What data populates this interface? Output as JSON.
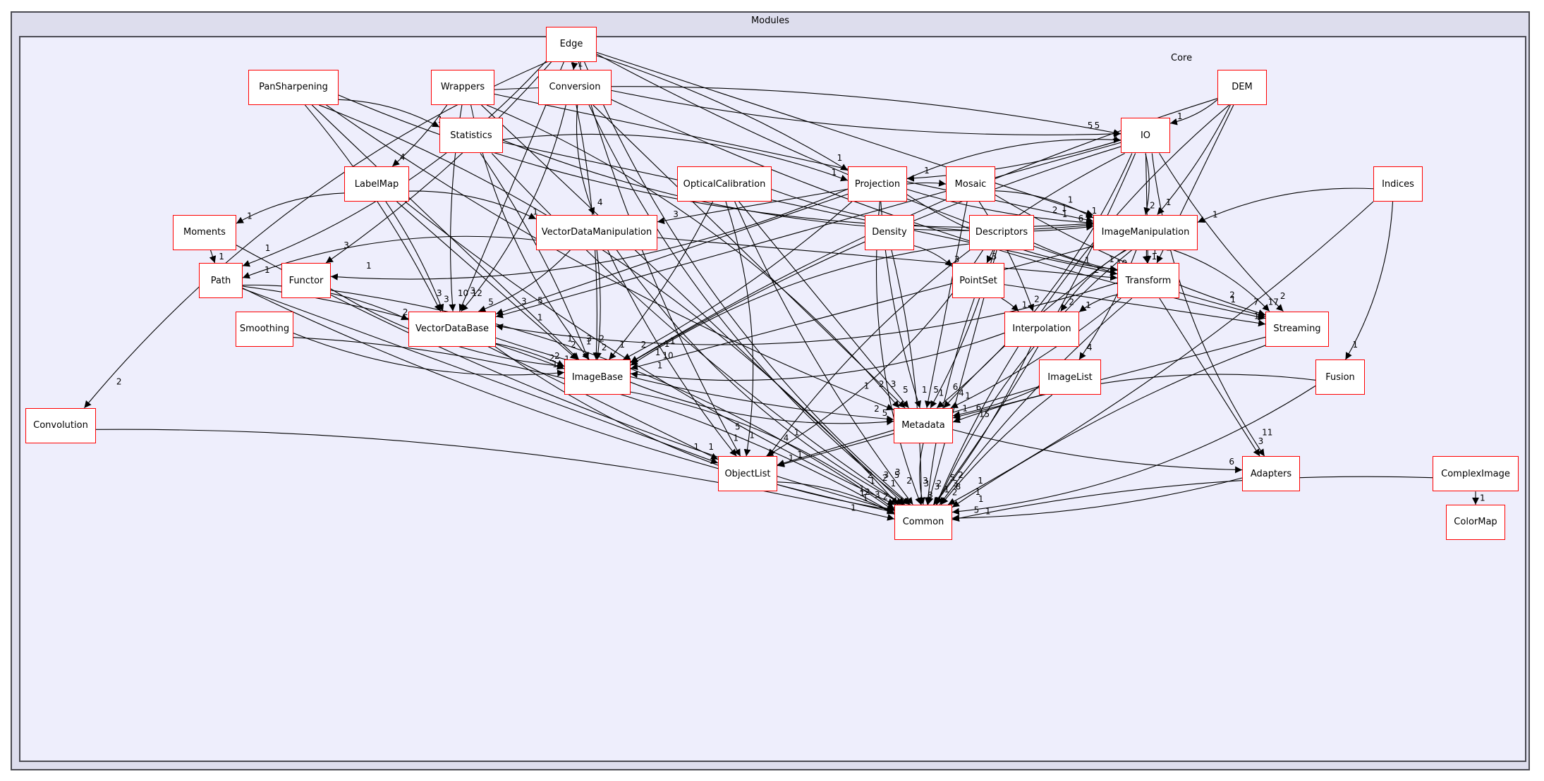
{
  "diagram": {
    "type": "directory-dependency-graph",
    "outer_cluster": "Modules",
    "inner_cluster": "Core",
    "colors": {
      "node_border": "#ff0000",
      "node_fill": "#ffffff",
      "cluster_outer_fill": "#dddded",
      "cluster_inner_fill": "#eeeefc",
      "edge": "#000000"
    },
    "nodes": [
      {
        "id": "Edge",
        "label": "Edge"
      },
      {
        "id": "Conversion",
        "label": "Conversion"
      },
      {
        "id": "PanSharpening",
        "label": "PanSharpening"
      },
      {
        "id": "Wrappers",
        "label": "Wrappers"
      },
      {
        "id": "Statistics",
        "label": "Statistics"
      },
      {
        "id": "DEM",
        "label": "DEM"
      },
      {
        "id": "IO",
        "label": "IO"
      },
      {
        "id": "LabelMap",
        "label": "LabelMap"
      },
      {
        "id": "OpticalCalibration",
        "label": "OpticalCalibration"
      },
      {
        "id": "Projection",
        "label": "Projection"
      },
      {
        "id": "Mosaic",
        "label": "Mosaic"
      },
      {
        "id": "Indices",
        "label": "Indices"
      },
      {
        "id": "Moments",
        "label": "Moments"
      },
      {
        "id": "VectorDataManipulation",
        "label": "VectorDataManipulation"
      },
      {
        "id": "Density",
        "label": "Density"
      },
      {
        "id": "Descriptors",
        "label": "Descriptors"
      },
      {
        "id": "ImageManipulation",
        "label": "ImageManipulation"
      },
      {
        "id": "Path",
        "label": "Path"
      },
      {
        "id": "Functor",
        "label": "Functor"
      },
      {
        "id": "PointSet",
        "label": "PointSet"
      },
      {
        "id": "Transform",
        "label": "Transform"
      },
      {
        "id": "Smoothing",
        "label": "Smoothing"
      },
      {
        "id": "VectorDataBase",
        "label": "VectorDataBase"
      },
      {
        "id": "Interpolation",
        "label": "Interpolation"
      },
      {
        "id": "Streaming",
        "label": "Streaming"
      },
      {
        "id": "ImageBase",
        "label": "ImageBase"
      },
      {
        "id": "ImageList",
        "label": "ImageList"
      },
      {
        "id": "Fusion",
        "label": "Fusion"
      },
      {
        "id": "Convolution",
        "label": "Convolution"
      },
      {
        "id": "Metadata",
        "label": "Metadata"
      },
      {
        "id": "ObjectList",
        "label": "ObjectList"
      },
      {
        "id": "Adapters",
        "label": "Adapters"
      },
      {
        "id": "ComplexImage",
        "label": "ComplexImage"
      },
      {
        "id": "Common",
        "label": "Common"
      },
      {
        "id": "ColorMap",
        "label": "ColorMap"
      }
    ],
    "edges": [
      {
        "from": "Edge",
        "to": "Conversion",
        "label": "1"
      },
      {
        "from": "Edge",
        "to": "Projection",
        "label": "1"
      },
      {
        "from": "Edge",
        "to": "ImageManipulation",
        "label": "1"
      },
      {
        "from": "Edge",
        "to": "Streaming",
        "label": "2"
      },
      {
        "from": "Edge",
        "to": "Common",
        "label": "3"
      },
      {
        "from": "Edge",
        "to": "Path",
        "label": "1"
      },
      {
        "from": "Edge",
        "to": "Functor",
        "label": "3"
      },
      {
        "from": "Edge",
        "to": "VectorDataBase",
        "label": "3"
      },
      {
        "from": "Edge",
        "to": "ObjectList",
        "label": "5"
      },
      {
        "from": "Edge",
        "to": "Convolution",
        "label": "2"
      },
      {
        "from": "PanSharpening",
        "to": "Statistics",
        "label": "1"
      },
      {
        "from": "PanSharpening",
        "to": "VectorDataBase",
        "label": "3"
      },
      {
        "from": "PanSharpening",
        "to": "ImageBase",
        "label": "1"
      },
      {
        "from": "PanSharpening",
        "to": "Metadata",
        "label": "1"
      },
      {
        "from": "PanSharpening",
        "to": "ImageManipulation",
        "label": "2"
      },
      {
        "from": "PanSharpening",
        "to": "Common",
        "label": "2"
      },
      {
        "from": "Wrappers",
        "to": "IO",
        "label": "5"
      },
      {
        "from": "Wrappers",
        "to": "ImageManipulation",
        "label": "1"
      },
      {
        "from": "Wrappers",
        "to": "VectorDataBase",
        "label": "10"
      },
      {
        "from": "Wrappers",
        "to": "ImageBase",
        "label": "3"
      },
      {
        "from": "Wrappers",
        "to": "Metadata",
        "label": "2"
      },
      {
        "from": "Wrappers",
        "to": "LabelMap",
        "label": "4"
      },
      {
        "from": "Wrappers",
        "to": "Common",
        "label": "3"
      },
      {
        "from": "Conversion",
        "to": "IO",
        "label": "5"
      },
      {
        "from": "Conversion",
        "to": "VectorDataManipulation",
        "label": "4"
      },
      {
        "from": "Conversion",
        "to": "VectorDataBase",
        "label": "12"
      },
      {
        "from": "Conversion",
        "to": "ImageBase",
        "label": "2"
      },
      {
        "from": "Conversion",
        "to": "Metadata",
        "label": "3"
      },
      {
        "from": "Conversion",
        "to": "Streaming",
        "label": "1"
      },
      {
        "from": "Conversion",
        "to": "Common",
        "label": "5"
      },
      {
        "from": "Statistics",
        "to": "Projection",
        "label": "1"
      },
      {
        "from": "Statistics",
        "to": "ImageBase",
        "label": "1"
      },
      {
        "from": "Statistics",
        "to": "Transform",
        "label": "1"
      },
      {
        "from": "Statistics",
        "to": "Common",
        "label": "2"
      },
      {
        "from": "Statistics",
        "to": "ImageManipulation",
        "label": "1"
      },
      {
        "from": "DEM",
        "to": "IO",
        "label": "1"
      },
      {
        "from": "DEM",
        "to": "ImageManipulation",
        "label": "1"
      },
      {
        "from": "DEM",
        "to": "Transform",
        "label": "1"
      },
      {
        "from": "DEM",
        "to": "ImageBase",
        "label": "1"
      },
      {
        "from": "DEM",
        "to": "Common",
        "label": "2"
      },
      {
        "from": "IO",
        "to": "ImageManipulation",
        "label": "2"
      },
      {
        "from": "IO",
        "to": "Projection",
        "label": "1"
      },
      {
        "from": "IO",
        "to": "Transform",
        "label": "1"
      },
      {
        "from": "IO",
        "to": "Streaming",
        "label": "2"
      },
      {
        "from": "IO",
        "to": "Adapters",
        "label": "11"
      },
      {
        "from": "IO",
        "to": "Metadata",
        "label": "6"
      },
      {
        "from": "IO",
        "to": "Common",
        "label": "5"
      },
      {
        "from": "IO",
        "to": "VectorDataBase",
        "label": "5"
      },
      {
        "from": "IO",
        "to": "ImageBase",
        "label": "1"
      },
      {
        "from": "IO",
        "to": "ObjectList",
        "label": "1"
      },
      {
        "from": "Projection",
        "to": "IO",
        "label": "3"
      },
      {
        "from": "Projection",
        "to": "Mosaic",
        "label": "2"
      },
      {
        "from": "Projection",
        "to": "VectorDataManipulation",
        "label": "3"
      },
      {
        "from": "Projection",
        "to": "ImageManipulation",
        "label": "1"
      },
      {
        "from": "Projection",
        "to": "Transform",
        "label": "1"
      },
      {
        "from": "Projection",
        "to": "Functor",
        "label": "1"
      },
      {
        "from": "Projection",
        "to": "ImageBase",
        "label": "2"
      },
      {
        "from": "Projection",
        "to": "VectorDataBase",
        "label": "3"
      },
      {
        "from": "Projection",
        "to": "Metadata",
        "label": "1"
      },
      {
        "from": "Projection",
        "to": "Common",
        "label": "3"
      },
      {
        "from": "Mosaic",
        "to": "ImageManipulation",
        "label": "1"
      },
      {
        "from": "Mosaic",
        "to": "Interpolation",
        "label": "2"
      },
      {
        "from": "Mosaic",
        "to": "Metadata",
        "label": "5"
      },
      {
        "from": "Mosaic",
        "to": "Streaming",
        "label": "7"
      },
      {
        "from": "LabelMap",
        "to": "Moments",
        "label": "1"
      },
      {
        "from": "LabelMap",
        "to": "VectorDataManipulation",
        "label": "1"
      },
      {
        "from": "LabelMap",
        "to": "VectorDataBase",
        "label": "3"
      },
      {
        "from": "LabelMap",
        "to": "ImageBase",
        "label": "2"
      },
      {
        "from": "LabelMap",
        "to": "Common",
        "label": "1"
      },
      {
        "from": "OpticalCalibration",
        "to": "ImageManipulation",
        "label": "6"
      },
      {
        "from": "OpticalCalibration",
        "to": "ObjectList",
        "label": "1"
      },
      {
        "from": "OpticalCalibration",
        "to": "ImageBase",
        "label": "1"
      },
      {
        "from": "OpticalCalibration",
        "to": "Metadata",
        "label": "5"
      },
      {
        "from": "OpticalCalibration",
        "to": "Common",
        "label": "2"
      },
      {
        "from": "Indices",
        "to": "ImageManipulation",
        "label": "1"
      },
      {
        "from": "Indices",
        "to": "Fusion",
        "label": "1"
      },
      {
        "from": "Indices",
        "to": "Common",
        "label": "1"
      },
      {
        "from": "Moments",
        "to": "Path",
        "label": "1"
      },
      {
        "from": "Moments",
        "to": "Common",
        "label": "1"
      },
      {
        "from": "VectorDataManipulation",
        "to": "Path",
        "label": "1"
      },
      {
        "from": "VectorDataManipulation",
        "to": "VectorDataBase",
        "label": "5"
      },
      {
        "from": "VectorDataManipulation",
        "to": "ImageBase",
        "label": "2"
      },
      {
        "from": "VectorDataManipulation",
        "to": "Transform",
        "label": "2"
      },
      {
        "from": "VectorDataManipulation",
        "to": "ObjectList",
        "label": "1"
      },
      {
        "from": "VectorDataManipulation",
        "to": "Common",
        "label": "1"
      },
      {
        "from": "Density",
        "to": "PointSet",
        "label": "3"
      },
      {
        "from": "Density",
        "to": "Common",
        "label": "3"
      },
      {
        "from": "Descriptors",
        "to": "PointSet",
        "label": "3"
      },
      {
        "from": "Descriptors",
        "to": "Transform",
        "label": "10"
      },
      {
        "from": "Descriptors",
        "to": "ImageBase",
        "label": "1"
      },
      {
        "from": "Descriptors",
        "to": "ObjectList",
        "label": "4"
      },
      {
        "from": "Descriptors",
        "to": "Metadata",
        "label": "1"
      },
      {
        "from": "Descriptors",
        "to": "Common",
        "label": "2"
      },
      {
        "from": "ImageManipulation",
        "to": "Transform",
        "label": "1"
      },
      {
        "from": "ImageManipulation",
        "to": "Interpolation",
        "label": "2"
      },
      {
        "from": "ImageManipulation",
        "to": "Streaming",
        "label": "17"
      },
      {
        "from": "ImageManipulation",
        "to": "ImageList",
        "label": "4"
      },
      {
        "from": "ImageManipulation",
        "to": "ImageBase",
        "label": "10"
      },
      {
        "from": "ImageManipulation",
        "to": "Metadata",
        "label": "4"
      },
      {
        "from": "ImageManipulation",
        "to": "Common",
        "label": "3"
      },
      {
        "from": "Path",
        "to": "VectorDataBase",
        "label": "2"
      },
      {
        "from": "Path",
        "to": "ImageBase",
        "label": "2"
      },
      {
        "from": "Path",
        "to": "ObjectList",
        "label": "1"
      },
      {
        "from": "Path",
        "to": "Common",
        "label": "1"
      },
      {
        "from": "Functor",
        "to": "ImageBase",
        "label": "2"
      },
      {
        "from": "Functor",
        "to": "Common",
        "label": "2"
      },
      {
        "from": "PointSet",
        "to": "Interpolation",
        "label": "1"
      },
      {
        "from": "PointSet",
        "to": "Streaming",
        "label": "1"
      },
      {
        "from": "PointSet",
        "to": "Common",
        "label": "3"
      },
      {
        "from": "Transform",
        "to": "Interpolation",
        "label": "1"
      },
      {
        "from": "Transform",
        "to": "VectorDataBase",
        "label": "1"
      },
      {
        "from": "Transform",
        "to": "Metadata",
        "label": "1"
      },
      {
        "from": "Transform",
        "to": "Adapters",
        "label": "3"
      },
      {
        "from": "Transform",
        "to": "Common",
        "label": "8"
      },
      {
        "from": "Smoothing",
        "to": "ImageBase",
        "label": "1"
      },
      {
        "from": "Smoothing",
        "to": "Common",
        "label": "1"
      },
      {
        "from": "VectorDataBase",
        "to": "ImageBase",
        "label": "1"
      },
      {
        "from": "VectorDataBase",
        "to": "ObjectList",
        "label": "1"
      },
      {
        "from": "VectorDataBase",
        "to": "Metadata",
        "label": "2"
      },
      {
        "from": "VectorDataBase",
        "to": "Common",
        "label": "3"
      },
      {
        "from": "Interpolation",
        "to": "ImageBase",
        "label": "1"
      },
      {
        "from": "Interpolation",
        "to": "Common",
        "label": "1"
      },
      {
        "from": "Streaming",
        "to": "Metadata",
        "label": "6"
      },
      {
        "from": "Streaming",
        "to": "Common",
        "label": "1"
      },
      {
        "from": "ImageBase",
        "to": "Metadata",
        "label": "5"
      },
      {
        "from": "ImageBase",
        "to": "Common",
        "label": "2"
      },
      {
        "from": "ImageList",
        "to": "Metadata",
        "label": "1"
      },
      {
        "from": "ImageList",
        "to": "ObjectList",
        "label": "1"
      },
      {
        "from": "ImageList",
        "to": "Common",
        "label": "2"
      },
      {
        "from": "Fusion",
        "to": "Metadata",
        "label": "15"
      },
      {
        "from": "Fusion",
        "to": "Common",
        "label": "1"
      },
      {
        "from": "Convolution",
        "to": "Common",
        "label": "1"
      },
      {
        "from": "Metadata",
        "to": "ObjectList",
        "label": "1"
      },
      {
        "from": "Metadata",
        "to": "Adapters",
        "label": "6"
      },
      {
        "from": "Metadata",
        "to": "Common",
        "label": "8"
      },
      {
        "from": "ObjectList",
        "to": "Common",
        "label": "2"
      },
      {
        "from": "Adapters",
        "to": "Common",
        "label": "5"
      },
      {
        "from": "ComplexImage",
        "to": "ColorMap",
        "label": "1"
      },
      {
        "from": "ComplexImage",
        "to": "Common",
        "label": "1"
      }
    ]
  }
}
